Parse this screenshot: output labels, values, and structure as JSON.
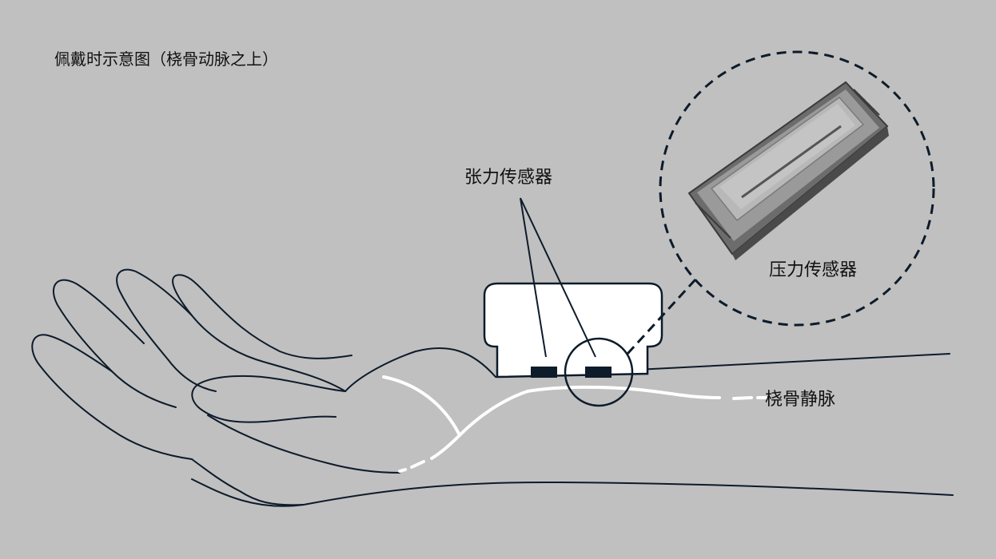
{
  "title": "佩戴时示意图（桡骨动脉之上）",
  "labels": {
    "tension_sensor": "张力传感器",
    "pressure_sensor": "压力传感器",
    "radial_vein": "桡骨静脉"
  },
  "colors": {
    "background": "#c0c0c0",
    "line": "#0d1b2a",
    "vein": "#ffffff",
    "device_fill": "#ffffff"
  },
  "icons": {
    "sensor_chip": "pressure-sensor-chip-photo"
  }
}
